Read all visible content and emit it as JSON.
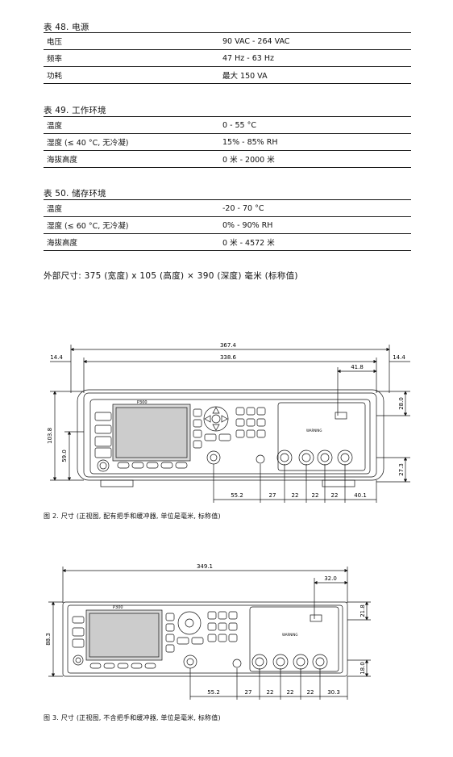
{
  "tables": [
    {
      "caption": "表 48. 电源",
      "rows": [
        {
          "label": "电压",
          "value": "90 VAC - 264 VAC"
        },
        {
          "label": "频率",
          "value": "47 Hz - 63 Hz"
        },
        {
          "label": "功耗",
          "value": "最大 150 VA"
        }
      ]
    },
    {
      "caption": "表 49. 工作环境",
      "rows": [
        {
          "label": "温度",
          "value": "0 - 55 °C"
        },
        {
          "label": "湿度 (≤ 40 °C, 无冷凝)",
          "value": "15% - 85% RH"
        },
        {
          "label": "海拔高度",
          "value": "0 米 - 2000 米"
        }
      ]
    },
    {
      "caption": "表 50. 储存环境",
      "rows": [
        {
          "label": "温度",
          "value": "-20 - 70 °C"
        },
        {
          "label": "湿度 (≤ 60 °C, 无冷凝)",
          "value": "0% - 90% RH"
        },
        {
          "label": "海拔高度",
          "value": "0 米 - 4572 米"
        }
      ]
    }
  ],
  "external_dimensions": "外部尺寸: 375 (宽度) x 105 (高度) × 390 (深度) 毫米 (标称值)",
  "figure2": {
    "caption": "图 2. 尺寸 (正视图, 配有把手和缓冲器, 单位是毫米, 标称值)",
    "dims": {
      "overall_width": "367.4",
      "inner_width": "338.6",
      "left_offset": "14.4",
      "right_offset": "14.4",
      "top_right": "41.8",
      "height_total": "103.8",
      "height_lower": "59.0",
      "right_upper": "28.0",
      "right_lower": "27.3",
      "bottom": [
        "55.2",
        "27",
        "22",
        "22",
        "22",
        "40.1"
      ]
    }
  },
  "figure3": {
    "caption": "图 3. 尺寸 (正视图, 不含把手和缓冲器, 单位是毫米, 标称值)",
    "dims": {
      "overall_width": "349.1",
      "top_right": "32.0",
      "height_total": "88.3",
      "right_upper": "21.8",
      "right_lower": "18.0",
      "bottom": [
        "55.2",
        "27",
        "22",
        "22",
        "22",
        "30.3"
      ]
    }
  },
  "instrument_labels": {
    "model": "P300",
    "warning": "WARNING"
  },
  "colors": {
    "line": "#111111",
    "rule": "#222222",
    "screen": "#d9d9d9"
  }
}
